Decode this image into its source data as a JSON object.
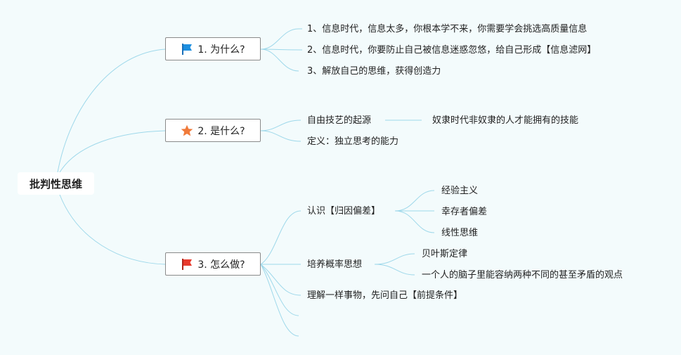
{
  "root": {
    "label": "批判性思维"
  },
  "branches": [
    {
      "label": "1. 为什么?",
      "icon": "blue-flag-icon",
      "children": [
        "1、信息时代，信息太多，你根本学不来，你需要学会挑选高质量信息",
        "2、信息时代，你要防止自己被信息迷惑忽悠，给自己形成【信息滤网】",
        "3、解放自己的思维，获得创造力"
      ]
    },
    {
      "label": "2. 是什么?",
      "icon": "orange-star-icon",
      "children": [
        {
          "label": "自由技艺的起源",
          "child": "奴隶时代非奴隶的人才能拥有的技能"
        },
        {
          "label": "定义：独立思考的能力"
        }
      ]
    },
    {
      "label": "3. 怎么做?",
      "icon": "red-flag-icon",
      "children": [
        {
          "label": "认识【归因偏差】",
          "children": [
            "经验主义",
            "幸存者偏差",
            "线性思维"
          ]
        },
        {
          "label": "培养概率思想",
          "children": [
            "贝叶斯定律",
            "一个人的脑子里能容纳两种不同的甚至矛盾的观点"
          ]
        },
        {
          "label": "理解一样事物，先问自己【前提条件】"
        }
      ]
    }
  ],
  "colors": {
    "background": "#f3fbfc",
    "connector": "#9ed8ea",
    "flag_blue": "#1d8fe0",
    "star_orange": "#f07a3a",
    "flag_red": "#e8392c"
  }
}
